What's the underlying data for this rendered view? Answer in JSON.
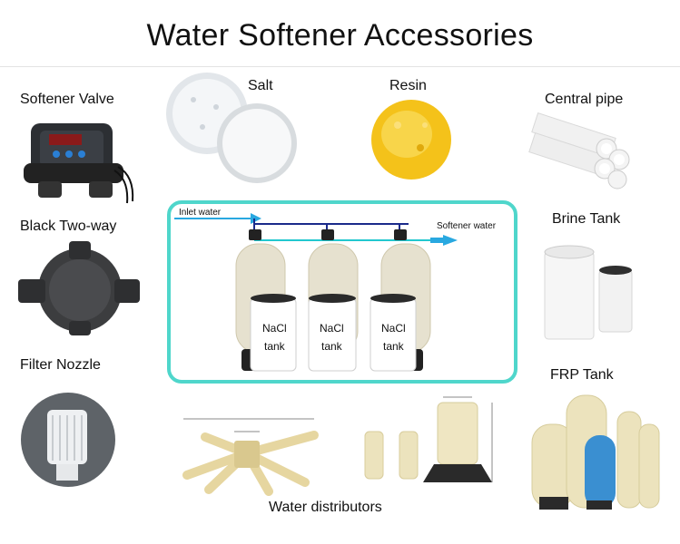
{
  "title": "Water Softener Accessories",
  "labels": {
    "softener_valve": "Softener Valve",
    "salt": "Salt",
    "resin": "Resin",
    "central_pipe": "Central pipe",
    "black_two_way": "Black Two-way",
    "brine_tank": "Brine Tank",
    "filter_nozzle": "Filter Nozzle",
    "frp_tank": "FRP Tank",
    "water_distributors": "Water distributors"
  },
  "diagram": {
    "inlet": "Inlet water",
    "outlet": "Softener water",
    "tanks": [
      {
        "line1": "NaCl",
        "line2": "tank"
      },
      {
        "line1": "NaCl",
        "line2": "tank"
      },
      {
        "line1": "NaCl",
        "line2": "tank"
      }
    ]
  },
  "colors": {
    "diagram_border": "#4fd6cb",
    "inlet_pipe": "#29a8e0",
    "outlet_pipe": "#22c8cf",
    "resin": "#f4c21a",
    "frp_tank": "#ece3bd",
    "frp_tank_blue": "#3a8fd1"
  }
}
